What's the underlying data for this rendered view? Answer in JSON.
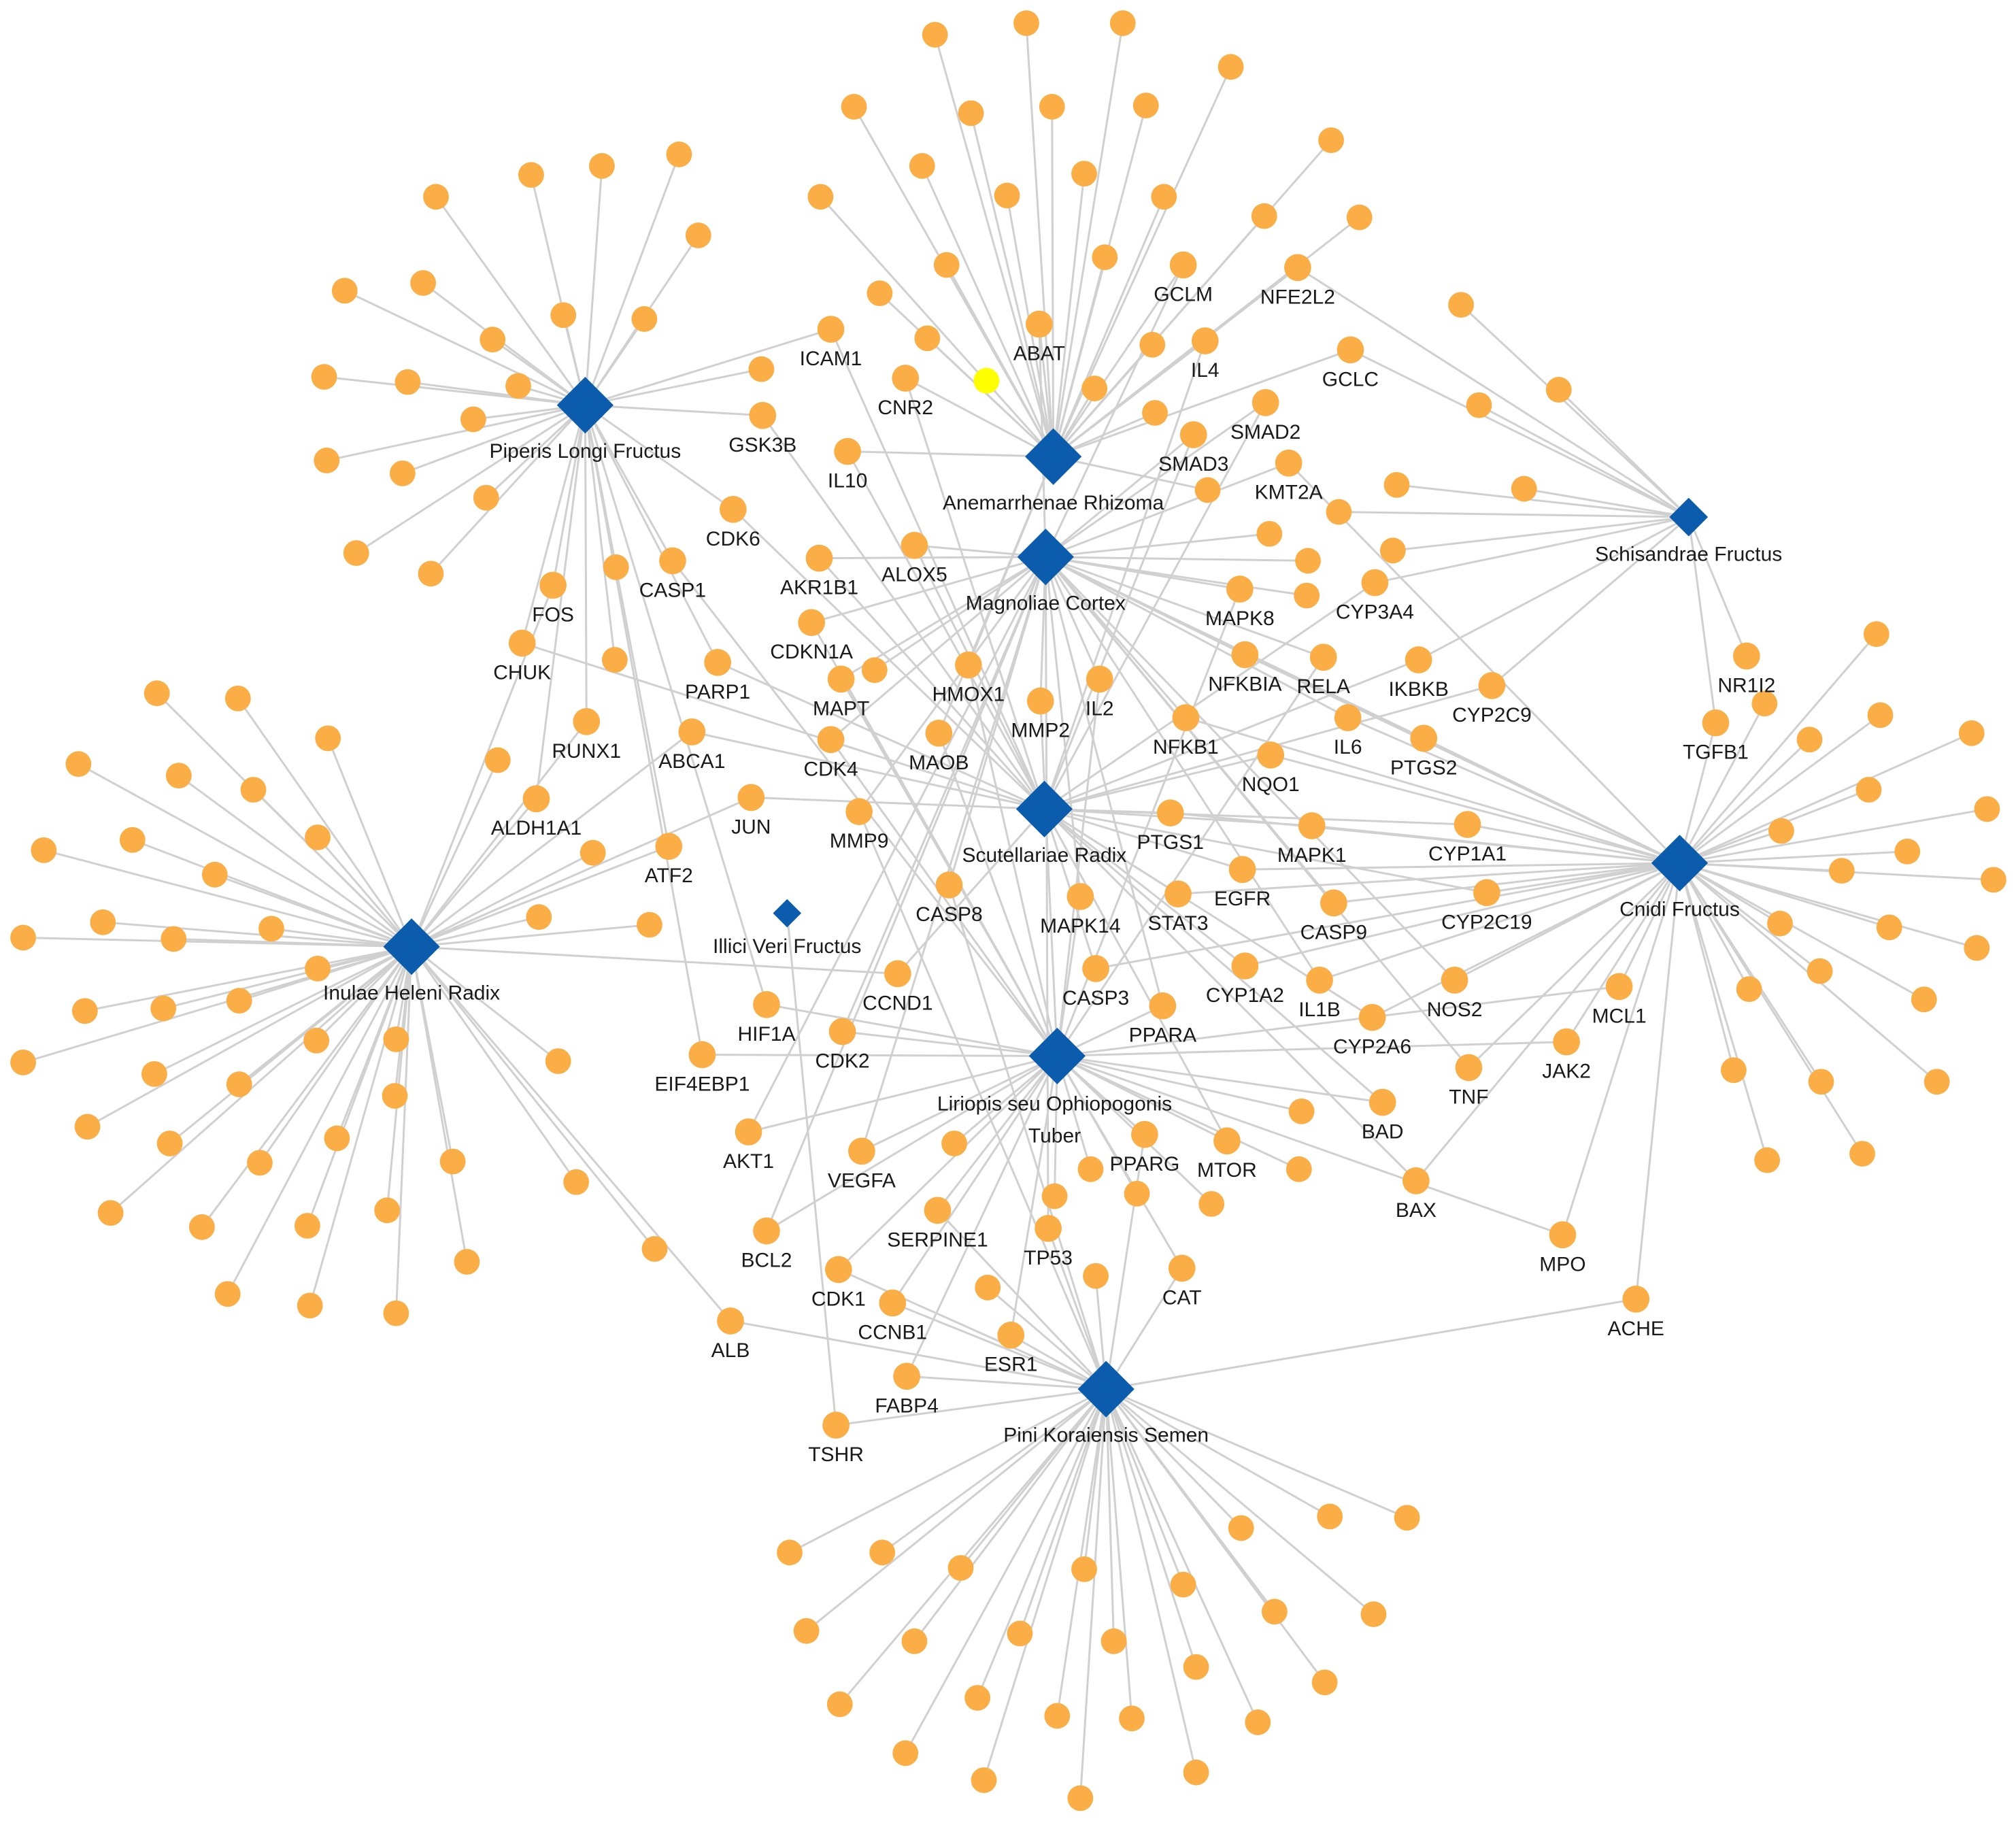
{
  "colors": {
    "herb": "#0b5cad",
    "target": "#fbad46",
    "highlight": "#ffff00",
    "edge": "#d0d0d0",
    "label": "#1a1a1a"
  },
  "herbs": [
    {
      "id": "piper",
      "label": "Piperis Longi Fructus"
    },
    {
      "id": "anem",
      "label": "Anemarrhenae Rhizoma"
    },
    {
      "id": "magn",
      "label": "Magnoliae Cortex"
    },
    {
      "id": "schis",
      "label": "Schisandrae Fructus"
    },
    {
      "id": "scut",
      "label": "Scutellariae Radix"
    },
    {
      "id": "inul",
      "label": "Inulae Heleni Radix"
    },
    {
      "id": "illic",
      "label": "Illici Veri Fructus"
    },
    {
      "id": "cnid",
      "label": "Cnidi Fructus"
    },
    {
      "id": "lirio",
      "label": "Liriopis seu Ophiopogonis Tuber"
    },
    {
      "id": "pini",
      "label": "Pini Koraiensis Semen"
    }
  ],
  "targets": [
    {
      "id": "GCLM",
      "label": "GCLM"
    },
    {
      "id": "NFE2L2",
      "label": "NFE2L2"
    },
    {
      "id": "ICAM1",
      "label": "ICAM1"
    },
    {
      "id": "ABAT",
      "label": "ABAT"
    },
    {
      "id": "IL4",
      "label": "IL4"
    },
    {
      "id": "GCLC",
      "label": "GCLC"
    },
    {
      "id": "CNR2",
      "label": "CNR2"
    },
    {
      "id": "SMAD2",
      "label": "SMAD2"
    },
    {
      "id": "GSK3B",
      "label": "GSK3B"
    },
    {
      "id": "SMAD3",
      "label": "SMAD3"
    },
    {
      "id": "IL10",
      "label": "IL10"
    },
    {
      "id": "KMT2A",
      "label": "KMT2A"
    },
    {
      "id": "CDK6",
      "label": "CDK6"
    },
    {
      "id": "ALOX5",
      "label": "ALOX5"
    },
    {
      "id": "CASP1",
      "label": "CASP1"
    },
    {
      "id": "AKR1B1",
      "label": "AKR1B1"
    },
    {
      "id": "FOS",
      "label": "FOS"
    },
    {
      "id": "MAPK8",
      "label": "MAPK8"
    },
    {
      "id": "CYP3A4",
      "label": "CYP3A4"
    },
    {
      "id": "CHUK",
      "label": "CHUK"
    },
    {
      "id": "CDKN1A",
      "label": "CDKN1A"
    },
    {
      "id": "PARP1",
      "label": "PARP1"
    },
    {
      "id": "HMOX1",
      "label": "HMOX1"
    },
    {
      "id": "NFKBIA",
      "label": "NFKBIA"
    },
    {
      "id": "RELA",
      "label": "RELA"
    },
    {
      "id": "IKBKB",
      "label": "IKBKB"
    },
    {
      "id": "MAPT",
      "label": "MAPT"
    },
    {
      "id": "IL2",
      "label": "IL2"
    },
    {
      "id": "CYP2C9",
      "label": "CYP2C9"
    },
    {
      "id": "NR1I2",
      "label": "NR1I2"
    },
    {
      "id": "RUNX1",
      "label": "RUNX1"
    },
    {
      "id": "MMP2",
      "label": "MMP2"
    },
    {
      "id": "NFKB1",
      "label": "NFKB1"
    },
    {
      "id": "IL6",
      "label": "IL6"
    },
    {
      "id": "TGFB1",
      "label": "TGFB1"
    },
    {
      "id": "ABCA1",
      "label": "ABCA1"
    },
    {
      "id": "CDK4",
      "label": "CDK4"
    },
    {
      "id": "MAOB",
      "label": "MAOB"
    },
    {
      "id": "PTGS2",
      "label": "PTGS2"
    },
    {
      "id": "NQO1",
      "label": "NQO1"
    },
    {
      "id": "ALDH1A1",
      "label": "ALDH1A1"
    },
    {
      "id": "JUN",
      "label": "JUN"
    },
    {
      "id": "MMP9",
      "label": "MMP9"
    },
    {
      "id": "PTGS1",
      "label": "PTGS1"
    },
    {
      "id": "MAPK1",
      "label": "MAPK1"
    },
    {
      "id": "CYP1A1",
      "label": "CYP1A1"
    },
    {
      "id": "ATF2",
      "label": "ATF2"
    },
    {
      "id": "EGFR",
      "label": "EGFR"
    },
    {
      "id": "CASP8",
      "label": "CASP8"
    },
    {
      "id": "MAPK14",
      "label": "MAPK14"
    },
    {
      "id": "STAT3",
      "label": "STAT3"
    },
    {
      "id": "CASP9",
      "label": "CASP9"
    },
    {
      "id": "CYP2C19",
      "label": "CYP2C19"
    },
    {
      "id": "CCND1",
      "label": "CCND1"
    },
    {
      "id": "CASP3",
      "label": "CASP3"
    },
    {
      "id": "CYP1A2",
      "label": "CYP1A2"
    },
    {
      "id": "IL1B",
      "label": "IL1B"
    },
    {
      "id": "NOS2",
      "label": "NOS2"
    },
    {
      "id": "MCL1",
      "label": "MCL1"
    },
    {
      "id": "HIF1A",
      "label": "HIF1A"
    },
    {
      "id": "CDK2",
      "label": "CDK2"
    },
    {
      "id": "PPARA",
      "label": "PPARA"
    },
    {
      "id": "CYP2A6",
      "label": "CYP2A6"
    },
    {
      "id": "JAK2",
      "label": "JAK2"
    },
    {
      "id": "EIF4EBP1",
      "label": "EIF4EBP1"
    },
    {
      "id": "TNF",
      "label": "TNF"
    },
    {
      "id": "BAD",
      "label": "BAD"
    },
    {
      "id": "AKT1",
      "label": "AKT1"
    },
    {
      "id": "VEGFA",
      "label": "VEGFA"
    },
    {
      "id": "PPARG",
      "label": "PPARG"
    },
    {
      "id": "MTOR",
      "label": "MTOR"
    },
    {
      "id": "BAX",
      "label": "BAX"
    },
    {
      "id": "SERPINE1",
      "label": "SERPINE1"
    },
    {
      "id": "BCL2",
      "label": "BCL2"
    },
    {
      "id": "TP53",
      "label": "TP53"
    },
    {
      "id": "MPO",
      "label": "MPO"
    },
    {
      "id": "CAT",
      "label": "CAT"
    },
    {
      "id": "CDK1",
      "label": "CDK1"
    },
    {
      "id": "CCNB1",
      "label": "CCNB1"
    },
    {
      "id": "ALB",
      "label": "ALB"
    },
    {
      "id": "ACHE",
      "label": "ACHE"
    },
    {
      "id": "ESR1",
      "label": "ESR1"
    },
    {
      "id": "FABP4",
      "label": "FABP4"
    },
    {
      "id": "TSHR",
      "label": "TSHR"
    }
  ]
}
